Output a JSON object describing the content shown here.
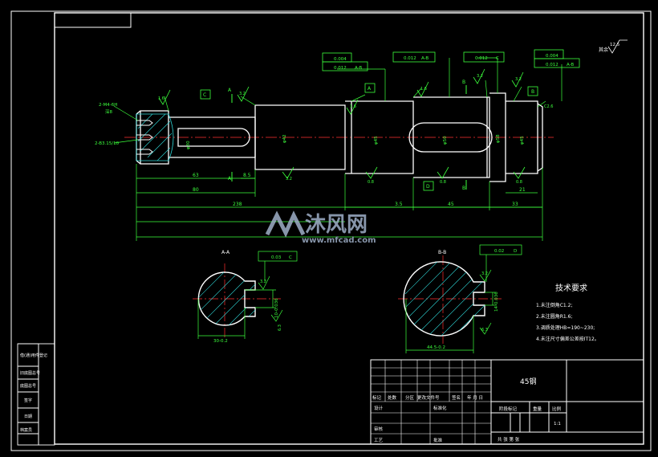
{
  "watermark": {
    "brand": "沐风网",
    "url": "www.mfcad.com"
  },
  "roughness_note": {
    "value": "12.5",
    "label": "其余"
  },
  "tech_requirements": {
    "title": "技术要求",
    "items": [
      "1.未注倒角C1.2;",
      "2.未注圆角R1.6;",
      "3.调质处理HB=190~230;",
      "4.未注尺寸偏差公差按IT12。"
    ]
  },
  "title_block": {
    "material": "45钢",
    "row_labels": [
      "标记",
      "处数",
      "分区",
      "更改文件号",
      "签名",
      "年 月 日"
    ],
    "design": "设计",
    "standardize": "标准化",
    "review": "审核",
    "process": "工艺",
    "approve": "批准",
    "stage_mark": "阶段标记",
    "weight": "重量",
    "scale_label": "比例",
    "scale": "1:1",
    "sheet": "共   张   第   张"
  },
  "side_table": [
    "借(通)用件登记",
    "旧底图总号",
    "底图总号",
    "签字",
    "日期",
    "档案员"
  ],
  "sections": {
    "aa": {
      "label": "A-A",
      "width": "30-0.2",
      "depth": "10-0.036",
      "tol": "0.03",
      "datum": "C",
      "rough": "3.2",
      "rough2": "6.3"
    },
    "bb": {
      "label": "B-B",
      "width": "44.5-0.2",
      "depth": "14-0.036",
      "tol": "0.02",
      "datum": "D",
      "rough": "3.2",
      "rough2": "6.3"
    }
  },
  "main_view": {
    "fcf": [
      "0.004",
      "0.012",
      "A-B",
      "0.012",
      "A-B",
      "0.012",
      "C",
      "0.004",
      "0.012",
      "A-B"
    ],
    "datums": [
      "A",
      "B",
      "C",
      "D"
    ],
    "notes": [
      "2-M4-6H",
      "深8",
      "2-B3.15/10"
    ],
    "dims": [
      "63",
      "8.5",
      "80",
      "238",
      "3.5",
      "45",
      "33",
      "21"
    ],
    "diams": [
      "φ30",
      "φ42",
      "φ45",
      "φ50",
      "φ58",
      "φ45"
    ],
    "rough": [
      "1.6",
      "3.2",
      "3.2",
      "1.6",
      "3.2",
      "3.2",
      "1.6",
      "0.8",
      "0.8",
      "0.8",
      "C2.6"
    ],
    "section_marks": [
      "A",
      "A",
      "B",
      "B"
    ]
  }
}
